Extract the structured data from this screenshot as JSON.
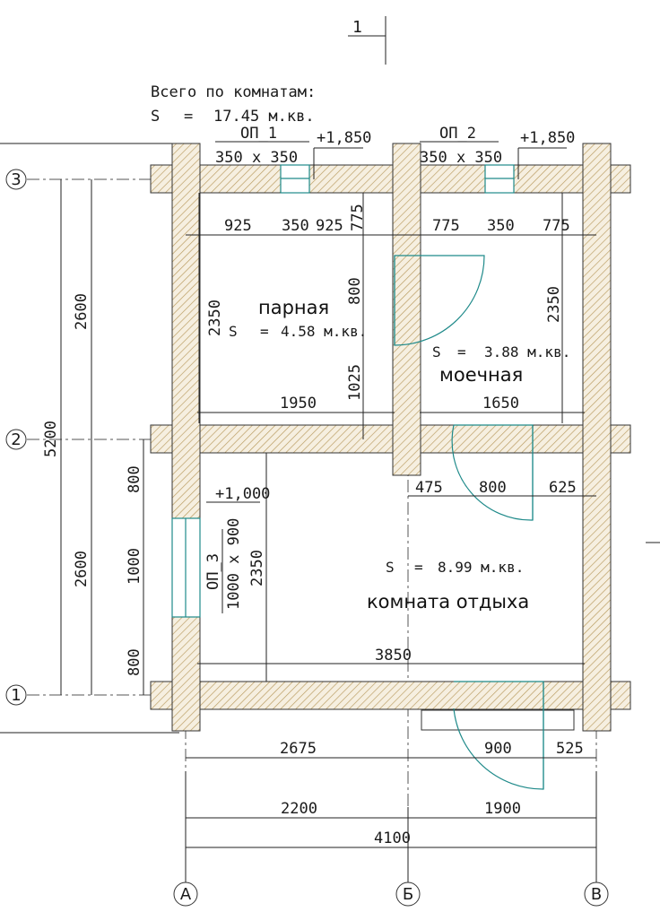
{
  "header": {
    "section_mark": "1",
    "summary_title": "Всего по комнатам:",
    "summary_label": "S",
    "summary_eq": "=",
    "summary_value": "17.45 м.кв."
  },
  "windows": [
    {
      "name": "ОП_1",
      "size": "350 х 350",
      "level": "+1,850"
    },
    {
      "name": "ОП_2",
      "size": "350 х 350",
      "level": "+1,850"
    },
    {
      "name": "ОП_3",
      "size": "1000 х 900",
      "level": "+1,000"
    }
  ],
  "rooms": [
    {
      "name": "парная",
      "area_label": "S",
      "area_eq": "=",
      "area": "4.58 м.кв."
    },
    {
      "name": "моечная",
      "area_label": "S",
      "area_eq": "=",
      "area": "3.88 м.кв."
    },
    {
      "name": "комната отдыха",
      "area_label": "S",
      "area_eq": "=",
      "area": "8.99 м.кв."
    }
  ],
  "axes": {
    "rows": [
      "3",
      "2",
      "1"
    ],
    "cols": [
      "А",
      "Б",
      "В"
    ]
  },
  "dims": {
    "top_left": [
      "925",
      "350",
      "925"
    ],
    "top_right": [
      "775",
      "350",
      "775"
    ],
    "parnaya_height": "2350",
    "parnaya_width": "1950",
    "door_800": "800",
    "door_1025": "1025",
    "door_775": "775",
    "moech_height": "2350",
    "moech_width": "1650",
    "mid_row": [
      "475",
      "800",
      "625"
    ],
    "left_col": [
      "800",
      "1000",
      "800"
    ],
    "rest_height": "2350",
    "rest_width": "3850",
    "bottom_row": [
      "2675",
      "900",
      "525"
    ],
    "axis_row": [
      "2200",
      "1900"
    ],
    "total_width": "4100",
    "left_halves": [
      "2600",
      "2600"
    ],
    "total_height": "5200"
  }
}
